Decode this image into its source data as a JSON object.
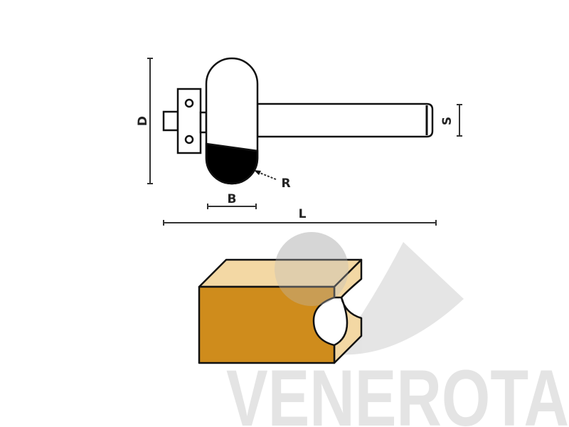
{
  "diagram": {
    "dimension_labels": {
      "diameter": "D",
      "width": "B",
      "length": "L",
      "shank": "S",
      "radius": "R"
    },
    "colors": {
      "line": "#111111",
      "wood_front": "#cf8c1c",
      "wood_top": "#f3d8a4",
      "watermark": "#e4e4e4"
    }
  },
  "watermark": {
    "brand": "VENEROTA"
  }
}
